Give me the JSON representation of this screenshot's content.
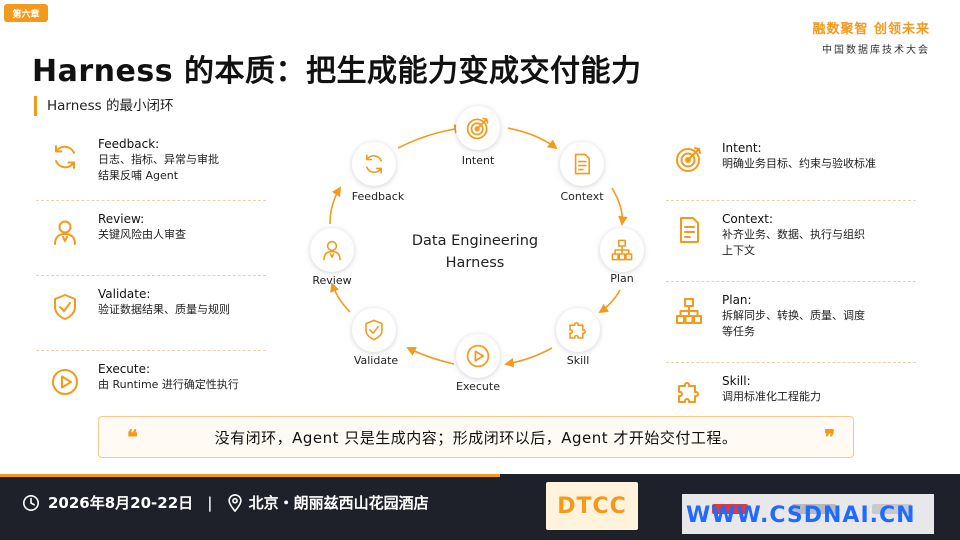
{
  "chapter_tag": "第六章",
  "brand": {
    "slogan": "融数聚智 创领未来",
    "subtitle": "中国数据库技术大会"
  },
  "title": "Harness 的本质：把生成能力变成交付能力",
  "subtitle": "Harness 的最小闭环",
  "left_items": [
    {
      "icon": "refresh-icon",
      "title": "Feedback:",
      "desc": [
        "日志、指标、异常与审批",
        "结果反哺 Agent"
      ]
    },
    {
      "icon": "user-icon",
      "title": "Review:",
      "desc": [
        "关键风险由人审查"
      ]
    },
    {
      "icon": "shield-check-icon",
      "title": "Validate:",
      "desc": [
        "验证数据结果、质量与规则"
      ]
    },
    {
      "icon": "play-icon",
      "title": "Execute:",
      "desc": [
        "由 Runtime 进行确定性执行"
      ]
    }
  ],
  "right_items": [
    {
      "icon": "target-icon",
      "title": "Intent:",
      "desc": [
        "明确业务目标、约束与验收标准"
      ]
    },
    {
      "icon": "document-icon",
      "title": "Context:",
      "desc": [
        "补齐业务、数据、执行与组织",
        "上下文"
      ]
    },
    {
      "icon": "hierarchy-icon",
      "title": "Plan:",
      "desc": [
        "拆解同步、转换、质量、调度",
        "等任务"
      ]
    },
    {
      "icon": "puzzle-icon",
      "title": "Skill:",
      "desc": [
        "调用标准化工程能力"
      ]
    }
  ],
  "cycle": {
    "center": [
      "Data Engineering",
      "Harness"
    ],
    "nodes": [
      {
        "label": "Intent",
        "icon": "target-icon"
      },
      {
        "label": "Context",
        "icon": "document-icon"
      },
      {
        "label": "Plan",
        "icon": "hierarchy-icon"
      },
      {
        "label": "Skill",
        "icon": "puzzle-icon"
      },
      {
        "label": "Execute",
        "icon": "play-icon"
      },
      {
        "label": "Validate",
        "icon": "shield-check-icon"
      },
      {
        "label": "Review",
        "icon": "user-icon"
      },
      {
        "label": "Feedback",
        "icon": "refresh-icon"
      }
    ]
  },
  "quote": {
    "open": "❝",
    "close": "❞",
    "text": "没有闭环，Agent 只是生成内容；形成闭环以后，Agent 才开始交付工程。"
  },
  "footer": {
    "date": "2026年8月20-22日",
    "separator": "|",
    "location": "北京・朗丽兹西山花园酒店",
    "logo": "DTCC",
    "watermark": "WWW.CSDNAI.CN"
  },
  "colors": {
    "accent": "#f39a1d",
    "footer_bg": "#1e2129",
    "text": "#111111"
  }
}
